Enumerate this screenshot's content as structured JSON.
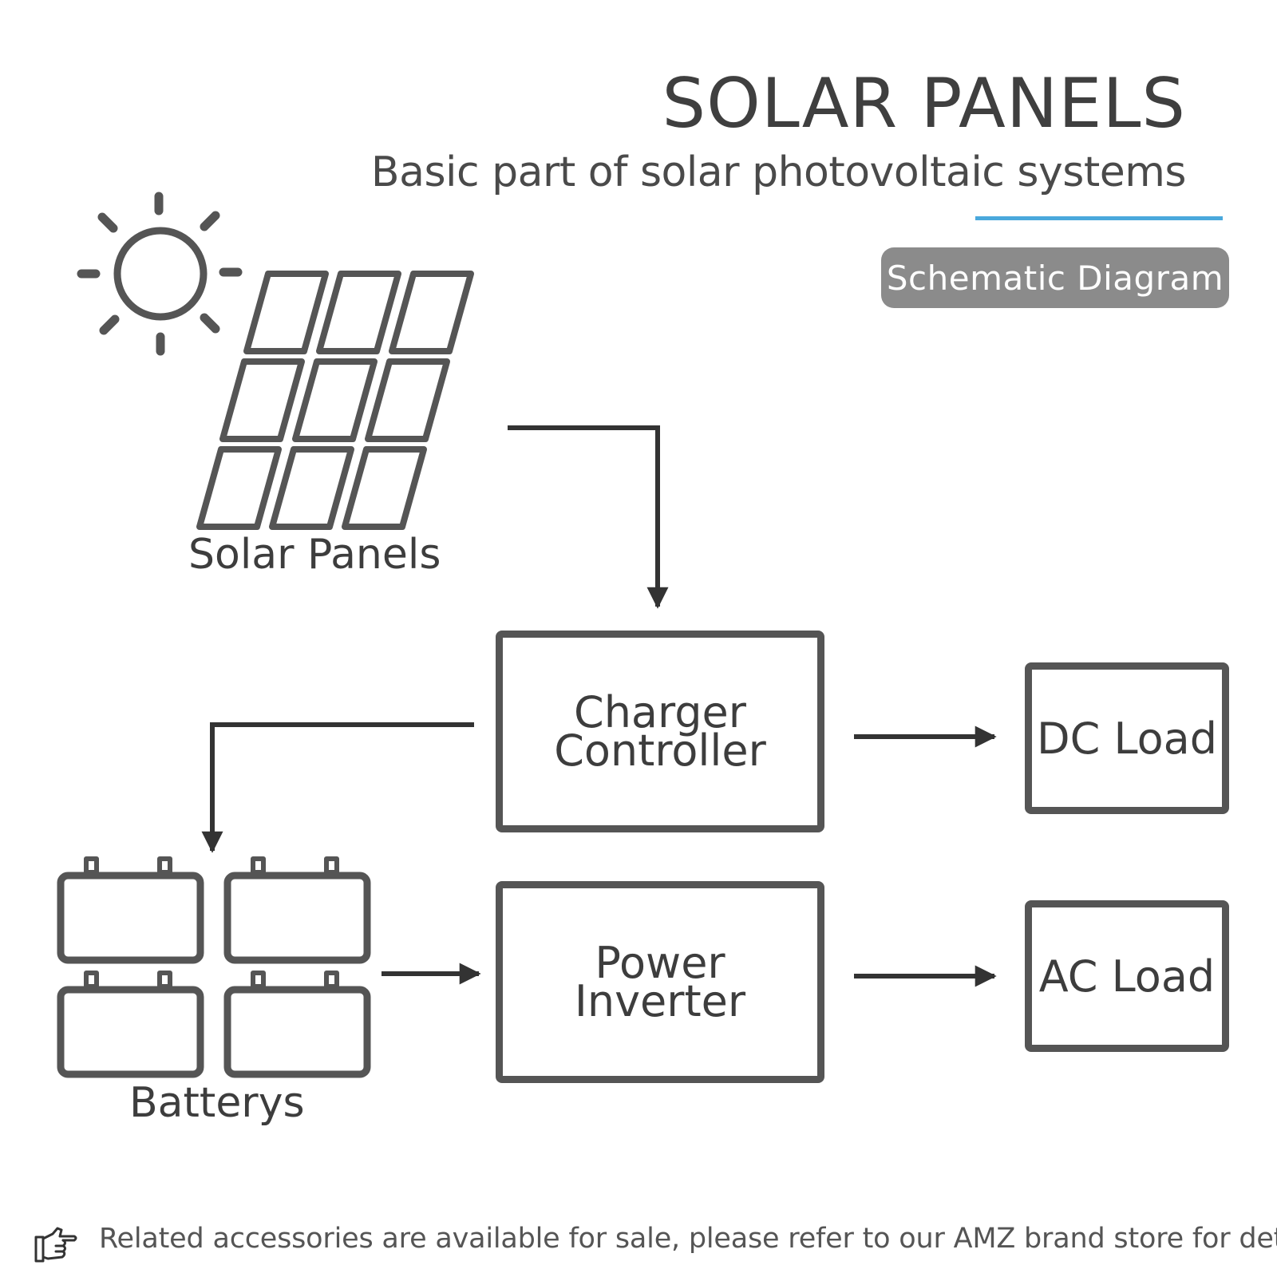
{
  "header": {
    "title": "SOLAR PANELS",
    "subtitle": "Basic part of solar photovoltaic systems",
    "badge": "Schematic Diagram",
    "accent_color": "#4aa8dc"
  },
  "nodes": {
    "solar_panels": {
      "label": "Solar Panels",
      "icon": "solar-panel-icon"
    },
    "sun": {
      "icon": "sun-icon"
    },
    "charger_controller": {
      "line1": "Charger",
      "line2": "Controller"
    },
    "power_inverter": {
      "line1": "Power",
      "line2": "Inverter"
    },
    "dc_load": {
      "label": "DC Load"
    },
    "ac_load": {
      "label": "AC Load"
    },
    "batterys": {
      "label": "Batterys",
      "icon": "battery-icon"
    }
  },
  "edges": [
    {
      "from": "solar_panels",
      "to": "charger_controller"
    },
    {
      "from": "charger_controller",
      "to": "batterys"
    },
    {
      "from": "charger_controller",
      "to": "dc_load"
    },
    {
      "from": "batterys",
      "to": "power_inverter"
    },
    {
      "from": "power_inverter",
      "to": "ac_load"
    }
  ],
  "footer": {
    "icon": "pointing-hand-icon",
    "text": "Related accessories are available for sale, please refer to our AMZ brand store for details"
  }
}
